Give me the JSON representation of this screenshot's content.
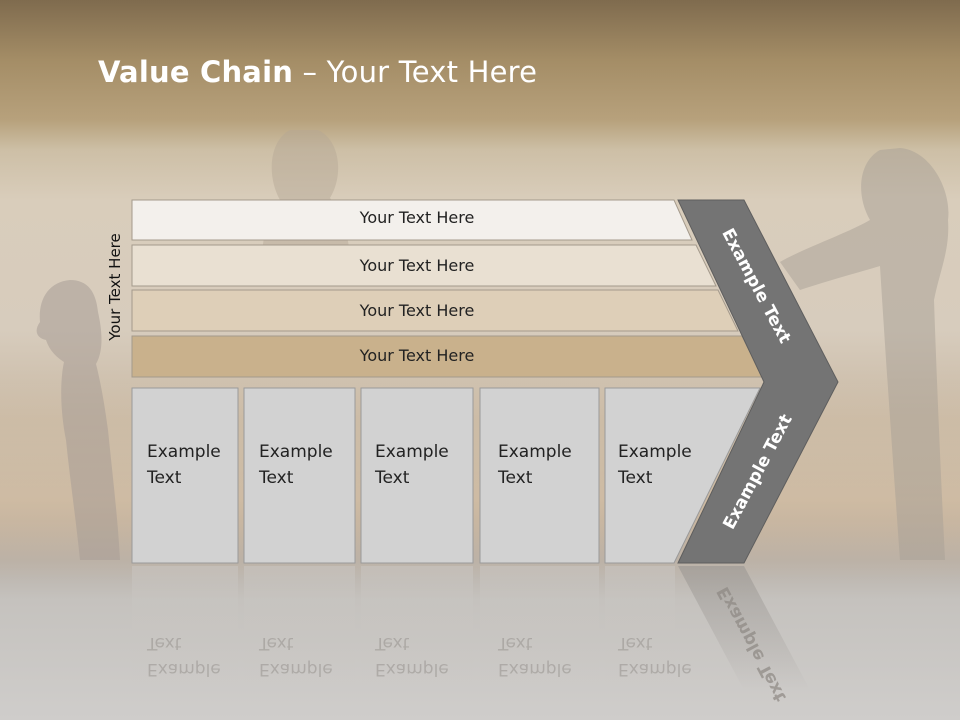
{
  "slide": {
    "title_bold": "Value Chain",
    "title_rest": " – Your Text Here",
    "side_label": "Your Text Here"
  },
  "support_rows": [
    {
      "label": "Your Text Here"
    },
    {
      "label": "Your Text Here"
    },
    {
      "label": "Your Text Here"
    },
    {
      "label": "Your Text Here"
    }
  ],
  "primary_boxes": [
    {
      "line1": "Example",
      "line2": "Text"
    },
    {
      "line1": "Example",
      "line2": "Text"
    },
    {
      "line1": "Example",
      "line2": "Text"
    },
    {
      "line1": "Example",
      "line2": "Text"
    },
    {
      "line1": "Example",
      "line2": "Text"
    }
  ],
  "chevron": {
    "upper_label": "Example Text",
    "lower_label": "Example Text",
    "color": "#747474"
  },
  "colors": {
    "row_fills": [
      "#f3f0ec",
      "#e9e0d2",
      "#decfb8",
      "#c9b18c"
    ],
    "box_fill": "#d2d2d2",
    "title": "#ffffff"
  }
}
